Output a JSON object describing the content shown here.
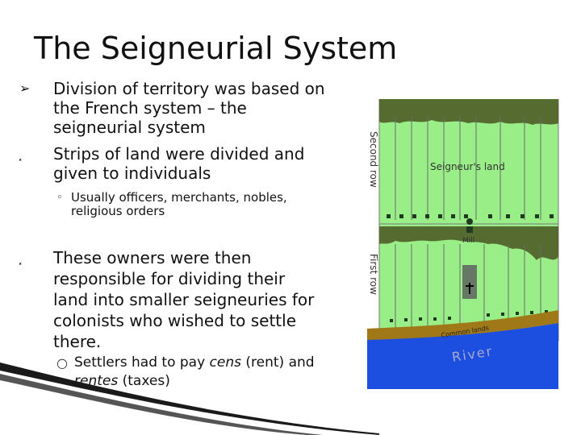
{
  "slide": {
    "title": "The Seigneurial System",
    "bullets": [
      {
        "marker": "➢",
        "text": [
          "Division of territory was based on",
          "the French system – the",
          "seigneurial system"
        ]
      },
      {
        "marker": "⸼",
        "text": [
          "Strips of land were divided and",
          "given to individuals"
        ]
      },
      {
        "marker": "⸼",
        "text": [
          "These owners were then",
          "responsible for dividing their",
          "land into smaller seigneuries for",
          "colonists who wished to settle",
          "there."
        ]
      }
    ],
    "sub_bullet": {
      "marker": "◦",
      "text": [
        "Usually officers, merchants, nobles,",
        "religious orders"
      ]
    },
    "sub_bullet2": {
      "marker": "○",
      "line1_a": "Settlers had to pay ",
      "line1_b": "cens",
      "line1_c": " (rent) and",
      "line2_a": "rentes",
      "line2_b": " (taxes)"
    }
  },
  "map": {
    "second_row": "Second row",
    "first_row": "First row",
    "seigneur_land": "Seigneur's land",
    "mill": "Mill",
    "common_lands": "Common lands",
    "river": "River",
    "colors": {
      "strip": "#99ee88",
      "forest": "#556b2f",
      "river": "#1c4fe0",
      "road": "#a07818"
    }
  }
}
